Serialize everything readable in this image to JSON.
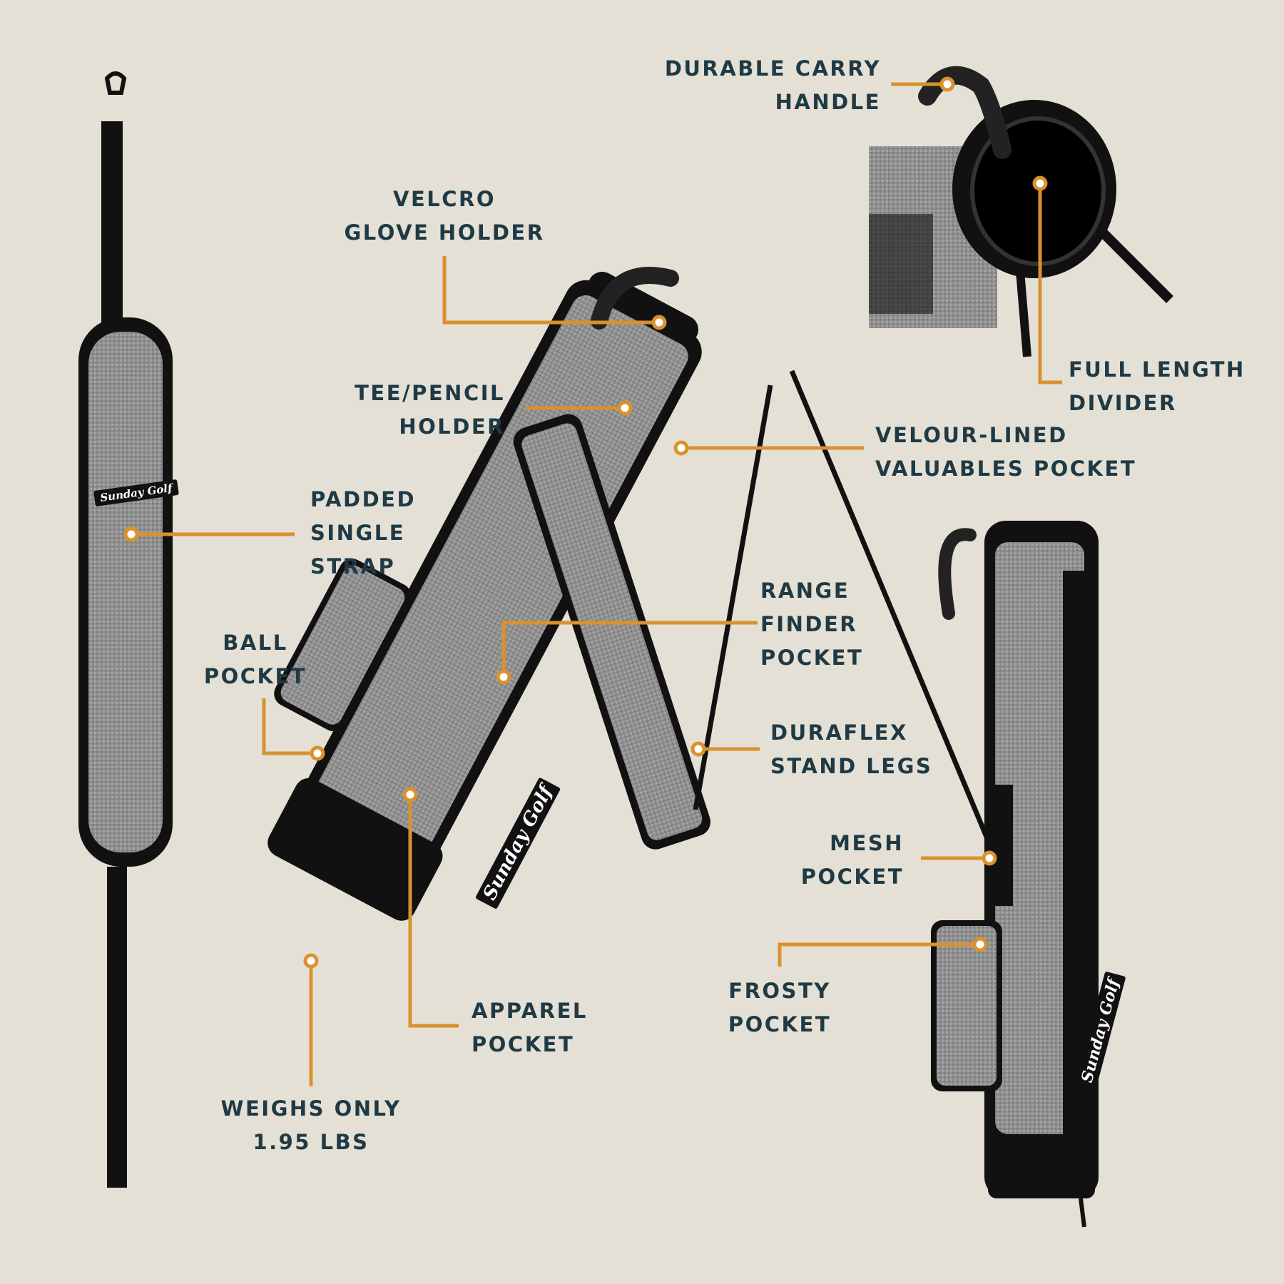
{
  "colors": {
    "background": "#e4e0d6",
    "text": "#1f3a44",
    "accent": "#d9922e",
    "fabric": "#8f8f8f",
    "trim": "#111111"
  },
  "brand": "Sunday Golf",
  "callouts": {
    "carry_handle": [
      "DURABLE CARRY",
      "HANDLE"
    ],
    "divider": [
      "FULL LENGTH",
      "DIVIDER"
    ],
    "glove_holder": [
      "VELCRO",
      "GLOVE HOLDER"
    ],
    "tee_holder": [
      "TEE/PENCIL",
      "HOLDER"
    ],
    "valuables": [
      "VELOUR-LINED",
      "VALUABLES POCKET"
    ],
    "strap": [
      "PADDED",
      "SINGLE",
      "STRAP"
    ],
    "ball_pocket": [
      "BALL",
      "POCKET"
    ],
    "range_finder": [
      "RANGE",
      "FINDER",
      "POCKET"
    ],
    "stand_legs": [
      "DURAFLEX",
      "STAND LEGS"
    ],
    "mesh_pocket": [
      "MESH",
      "POCKET"
    ],
    "frosty_pocket": [
      "FROSTY",
      "POCKET"
    ],
    "apparel_pocket": [
      "APPAREL",
      "POCKET"
    ],
    "weight": [
      "WEIGHS ONLY",
      "1.95 LBS"
    ]
  }
}
